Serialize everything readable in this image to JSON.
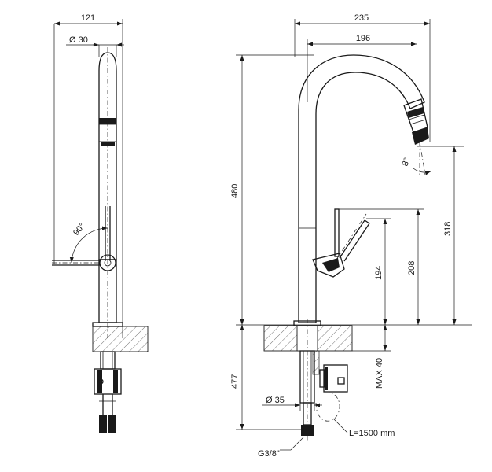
{
  "side_view": {
    "width_label": "121",
    "diameter_label": "Ø 30",
    "angle_label": "90°"
  },
  "front_view": {
    "overall_width_label": "235",
    "spout_reach_label": "196",
    "height_label": "480",
    "spout_height_label": "318",
    "lever_height_label": "208",
    "handle_height_label": "194",
    "spray_angle_label": "8°",
    "below_counter_label": "477",
    "counter_thickness_label": "MAX 40",
    "shank_diameter_label": "Ø 35",
    "hose_length_label": "L=1500 mm",
    "connection_label": "G3/8\""
  }
}
